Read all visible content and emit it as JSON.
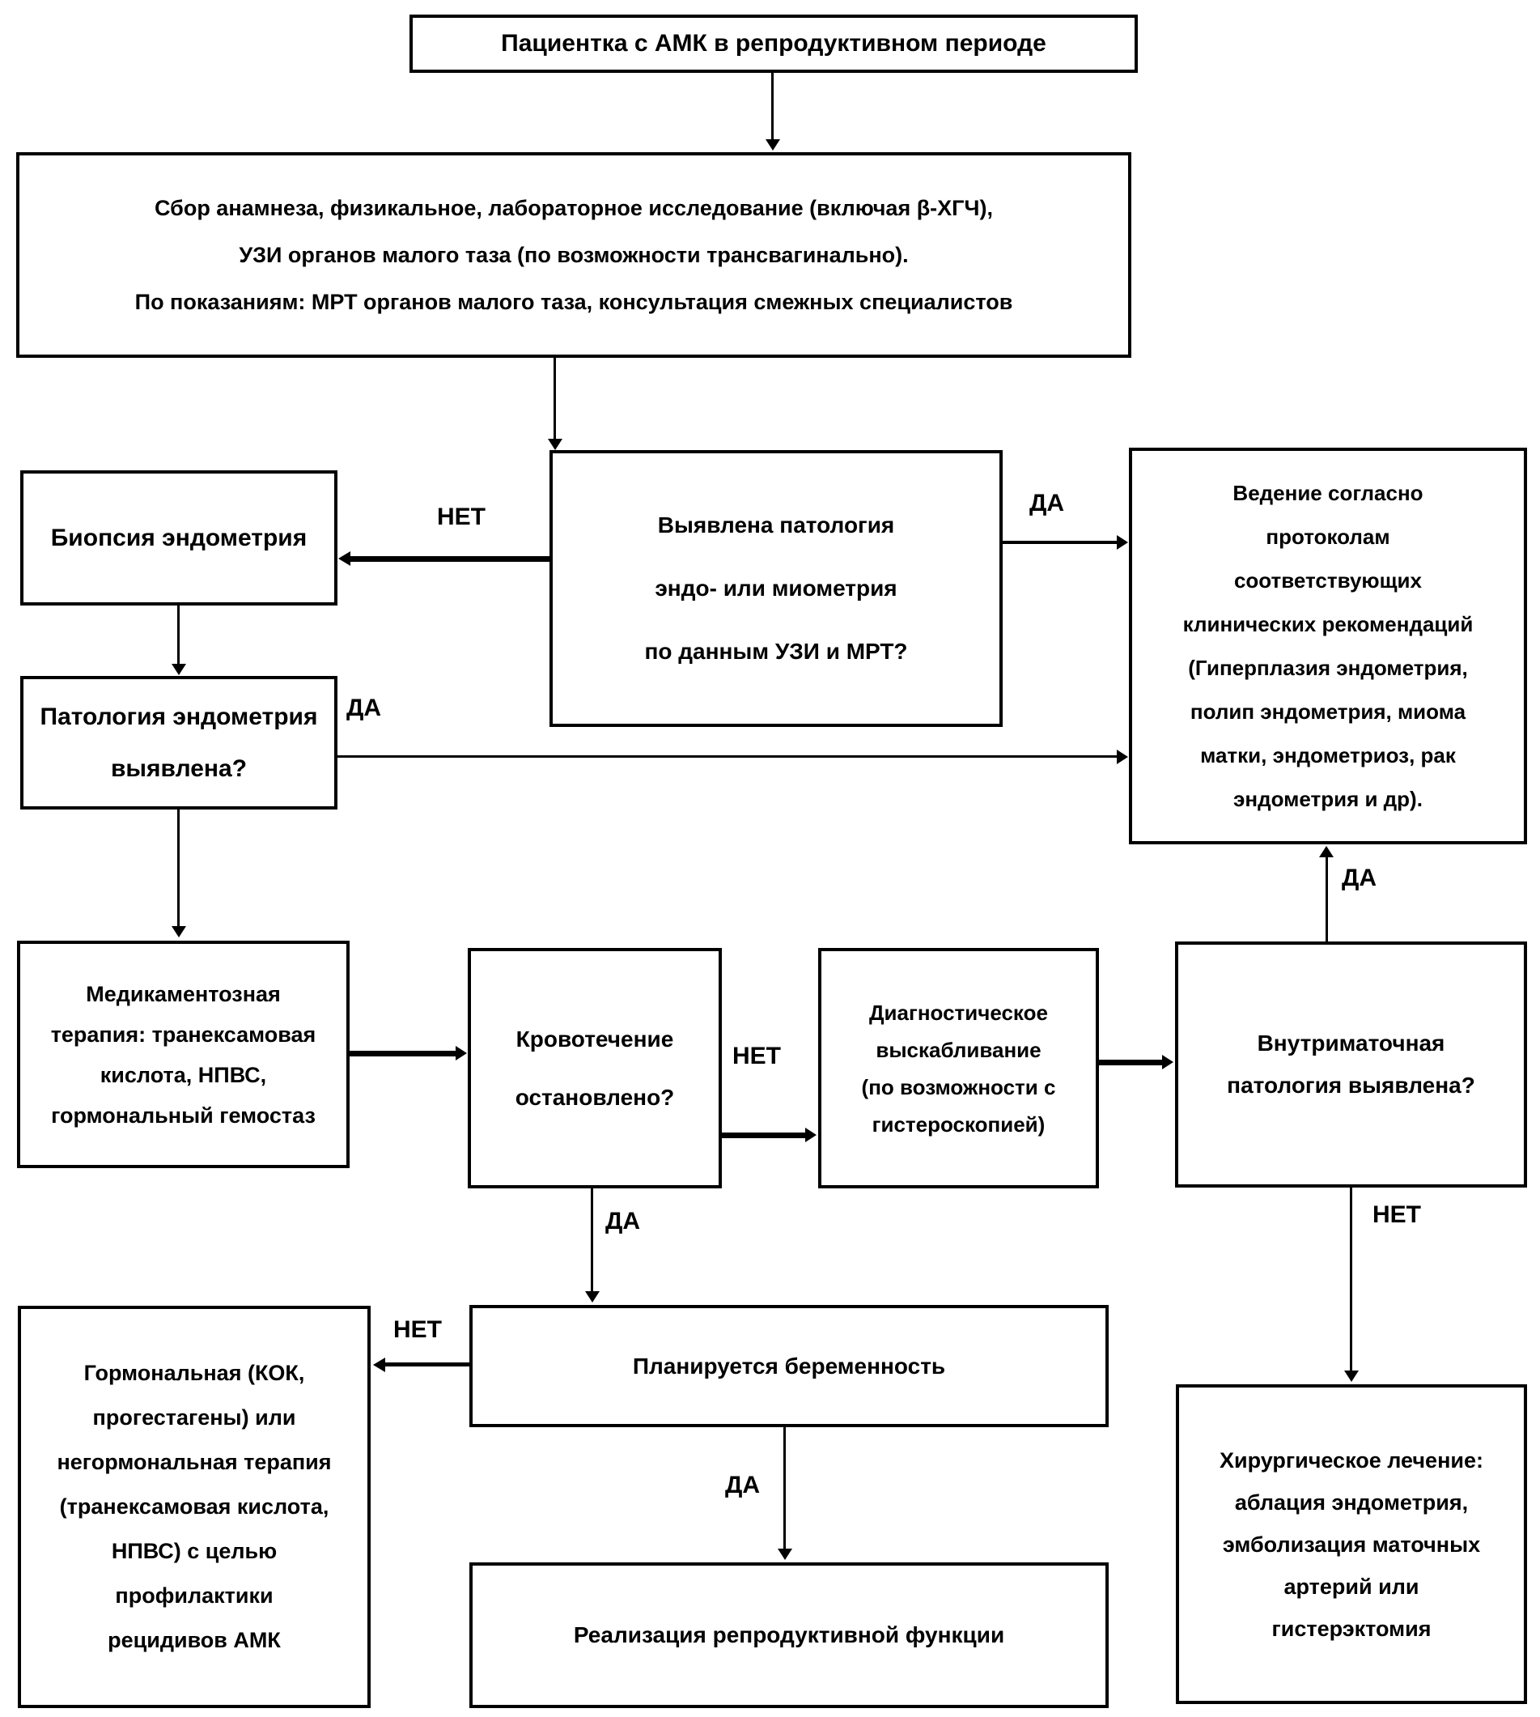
{
  "nodes": {
    "title": "Пациентка с АМК в репродуктивном периоде",
    "workup": "Сбор анамнеза, физикальное, лабораторное исследование (включая β-ХГЧ),\nУЗИ органов малого таза (по возможности трансвагинально).\nПо показаниям: МРТ органов малого таза, консультация смежных специалистов",
    "decision_uzi": "Выявлена патология\nэндо- или миометрия\nпо данным УЗИ и МРТ?",
    "biopsy": "Биопсия эндометрия",
    "pathology": "Патология эндометрия\nвыявлена?",
    "protocol": "Ведение согласно\nпротоколам\nсоответствующих\nклинических рекомендаций\n(Гиперплазия эндометрия,\nполип эндометрия, миома\nматки, эндометриоз, рак\nэндометрия и др).",
    "medication": "Медикаментозная\nтерапия: транексамовая\nкислота, НПВС,\nгормональный гемостаз",
    "bleeding": "Кровотечение\nостановлено?",
    "curettage": "Диагностическое\nвыскабливание\n(по возможности с\nгистероскопией)",
    "intrauterine": "Внутриматочная\nпатология выявлена?",
    "planning": "Планируется беременность",
    "hormonal": "Гормональная (КОК,\nпрогестагены) или\nнегормональная терапия\n(транексамовая кислота,\nНПВС) с целью\nпрофилактики\nрецидивов АМК",
    "realization": "Реализация репродуктивной функции",
    "surgical": "Хирургическое лечение:\nаблация эндометрия,\nэмболизация маточных\nартерий или\nгистерэктомия"
  },
  "labels": {
    "yes": "ДА",
    "no": "НЕТ"
  },
  "colors": {
    "ink": "#000000",
    "background": "#ffffff"
  }
}
